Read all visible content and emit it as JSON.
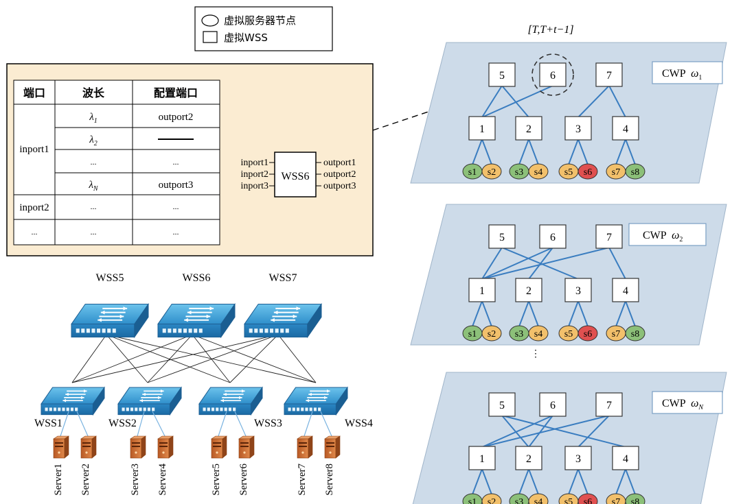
{
  "legend": {
    "server_node": "虚拟服务器节点",
    "wss": "虚拟WSS"
  },
  "time_window": "[T,T+t−1]",
  "table": {
    "headers": [
      "端口",
      "波长",
      "配置端口"
    ],
    "rows": [
      [
        "inport1",
        "λ1",
        "outport2"
      ],
      [
        "",
        "λ2",
        "—"
      ],
      [
        "",
        "...",
        "..."
      ],
      [
        "",
        "λN",
        "outport3"
      ],
      [
        "inport2",
        "...",
        "..."
      ],
      [
        "...",
        "...",
        "..."
      ]
    ]
  },
  "wss6_block": {
    "label": "WSS6",
    "inputs": [
      "inport1",
      "inport2",
      "inport3"
    ],
    "outputs": [
      "outport1",
      "outport2",
      "outport3"
    ]
  },
  "physical": {
    "core_switches": [
      "WSS5",
      "WSS6",
      "WSS7"
    ],
    "edge_switches": [
      "WSS1",
      "WSS2",
      "WSS3",
      "WSS4"
    ],
    "servers": [
      "Server1",
      "Server2",
      "Server3",
      "Server4",
      "Server5",
      "Server6",
      "Server7",
      "Server8"
    ]
  },
  "planes": [
    {
      "label": "CWP",
      "omega": "ω",
      "sub": "1",
      "top_nodes": [
        "5",
        "6",
        "7"
      ],
      "bottom_nodes": [
        "1",
        "2",
        "3",
        "4"
      ],
      "highlight_node": "6",
      "servers": [
        "s1",
        "s2",
        "s3",
        "s4",
        "s5",
        "s6",
        "s7",
        "s8"
      ],
      "server_colors": [
        "#8cc079",
        "#f2c06b",
        "#8cc079",
        "#f2c06b",
        "#f2c06b",
        "#e05050",
        "#f2c06b",
        "#8cc079"
      ]
    },
    {
      "label": "CWP",
      "omega": "ω",
      "sub": "2",
      "top_nodes": [
        "5",
        "6",
        "7"
      ],
      "bottom_nodes": [
        "1",
        "2",
        "3",
        "4"
      ],
      "servers": [
        "s1",
        "s2",
        "s3",
        "s4",
        "s5",
        "s6",
        "s7",
        "s8"
      ],
      "server_colors": [
        "#8cc079",
        "#f2c06b",
        "#8cc079",
        "#f2c06b",
        "#f2c06b",
        "#e05050",
        "#f2c06b",
        "#8cc079"
      ]
    },
    {
      "label": "CWP",
      "omega": "ω",
      "sub": "N",
      "top_nodes": [
        "5",
        "6",
        "7"
      ],
      "bottom_nodes": [
        "1",
        "2",
        "3",
        "4"
      ],
      "servers": [
        "s1",
        "s2",
        "s3",
        "s4",
        "s5",
        "s6",
        "s7",
        "s8"
      ],
      "server_colors": [
        "#8cc079",
        "#f2c06b",
        "#8cc079",
        "#f2c06b",
        "#f2c06b",
        "#e05050",
        "#f2c06b",
        "#8cc079"
      ]
    }
  ],
  "vdots": "⋮",
  "colors": {
    "plane_fill": "#cddbe9",
    "panel_fill": "#fbecd2",
    "link": "#3a7dc0",
    "switch_top": "#4aa6d8",
    "server": "#c9713a"
  }
}
